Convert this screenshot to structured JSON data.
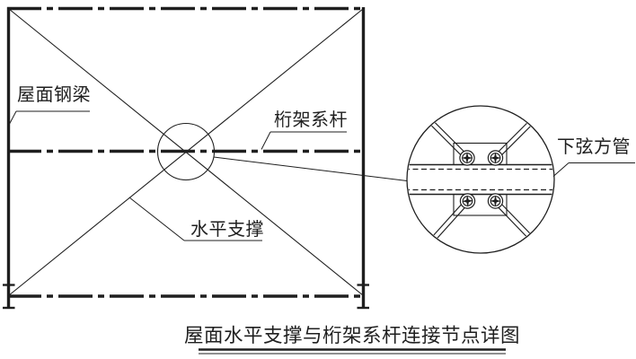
{
  "page": {
    "background": "#ffffff",
    "line_color": "#1f1f1f",
    "drawing_type": "structural connection detail"
  },
  "plan_view": {
    "labels": {
      "roof_beam": "屋面钢梁",
      "truss_tie": "桁架系杆",
      "horizontal_brace": "水平支撑"
    }
  },
  "detail_view": {
    "labels": {
      "lower_chord": "下弦方管"
    },
    "bolt_count": 4
  },
  "title": {
    "text": "屋面水平支撑与桁架系杆连接节点详图"
  }
}
